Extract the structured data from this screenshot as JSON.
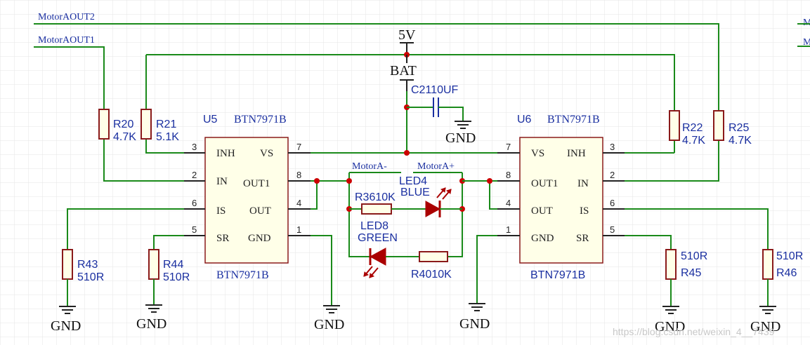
{
  "nets": {
    "motor_a_out2": "MotorAOUT2",
    "motor_a_out1": "MotorAOUT1",
    "motor_a_minus": "MotorA-",
    "motor_a_plus": "MotorA+",
    "right_edge_1": "M",
    "right_edge_2": "M",
    "power_5v": "5V",
    "battery": "BAT",
    "ground": "GND"
  },
  "ics": {
    "u5": {
      "designator": "U5",
      "part": "BTN7971B",
      "part_bottom": "BTN7971B",
      "left_pins": [
        {
          "num": "3",
          "name": "INH"
        },
        {
          "num": "2",
          "name": "IN"
        },
        {
          "num": "6",
          "name": "IS"
        },
        {
          "num": "5",
          "name": "SR"
        }
      ],
      "right_pins": [
        {
          "num": "7",
          "name": "VS"
        },
        {
          "num": "8",
          "name": "OUT1"
        },
        {
          "num": "4",
          "name": "OUT"
        },
        {
          "num": "1",
          "name": "GND"
        }
      ]
    },
    "u6": {
      "designator": "U6",
      "part": "BTN7971B",
      "part_bottom": "BTN7971B",
      "left_pins": [
        {
          "num": "7",
          "name": "VS"
        },
        {
          "num": "8",
          "name": "OUT1"
        },
        {
          "num": "4",
          "name": "OUT"
        },
        {
          "num": "1",
          "name": "GND"
        }
      ],
      "right_pins": [
        {
          "num": "3",
          "name": "INH"
        },
        {
          "num": "2",
          "name": "IN"
        },
        {
          "num": "6",
          "name": "IS"
        },
        {
          "num": "5",
          "name": "SR"
        }
      ]
    }
  },
  "resistors": {
    "r20": {
      "ref": "R20",
      "value": "4.7K"
    },
    "r21": {
      "ref": "R21",
      "value": "5.1K"
    },
    "r22": {
      "ref": "R22",
      "value": "4.7K"
    },
    "r25": {
      "ref": "R25",
      "value": "4.7K"
    },
    "r43": {
      "ref": "R43",
      "value": "510R"
    },
    "r44": {
      "ref": "R44",
      "value": "510R"
    },
    "r45": {
      "ref": "R45",
      "value": "510R"
    },
    "r46": {
      "ref": "R46",
      "value": "510R"
    },
    "r36": {
      "label": "R3610K"
    },
    "r40": {
      "label": "R4010K"
    }
  },
  "capacitor": {
    "label": "C2110UF"
  },
  "leds": {
    "led4": {
      "ref": "LED4",
      "color": "BLUE"
    },
    "led8": {
      "ref": "LED8",
      "color": "GREEN"
    }
  },
  "watermark": "https://blog.csdn.net/weixin_4__7439",
  "colors": {
    "wire": "#1a8a1a",
    "component": "#8a1a1a",
    "label": "#1a2fa0",
    "junction": "#cc0000",
    "grid": "#e6e6e6"
  }
}
